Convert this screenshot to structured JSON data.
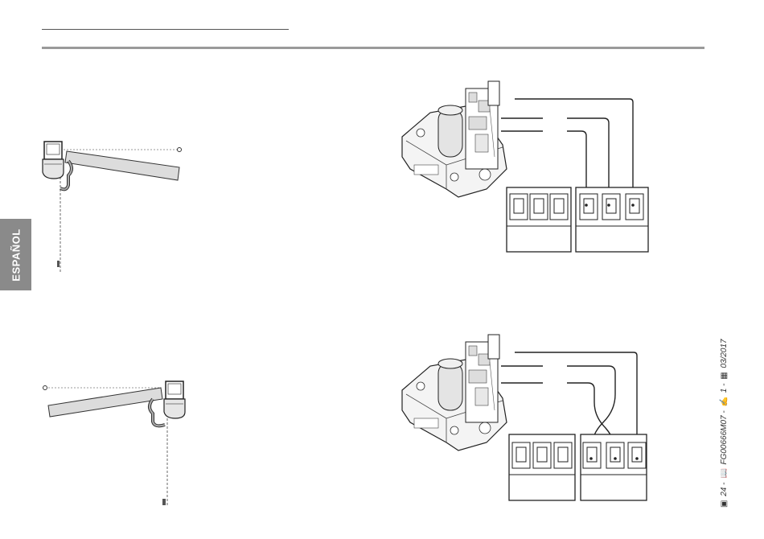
{
  "sidebar": {
    "language_label": "ESPAÑOL"
  },
  "footer": {
    "page_label": "24",
    "doc_code": "FG00666M07",
    "revision": "1",
    "date": "03/2017"
  }
}
